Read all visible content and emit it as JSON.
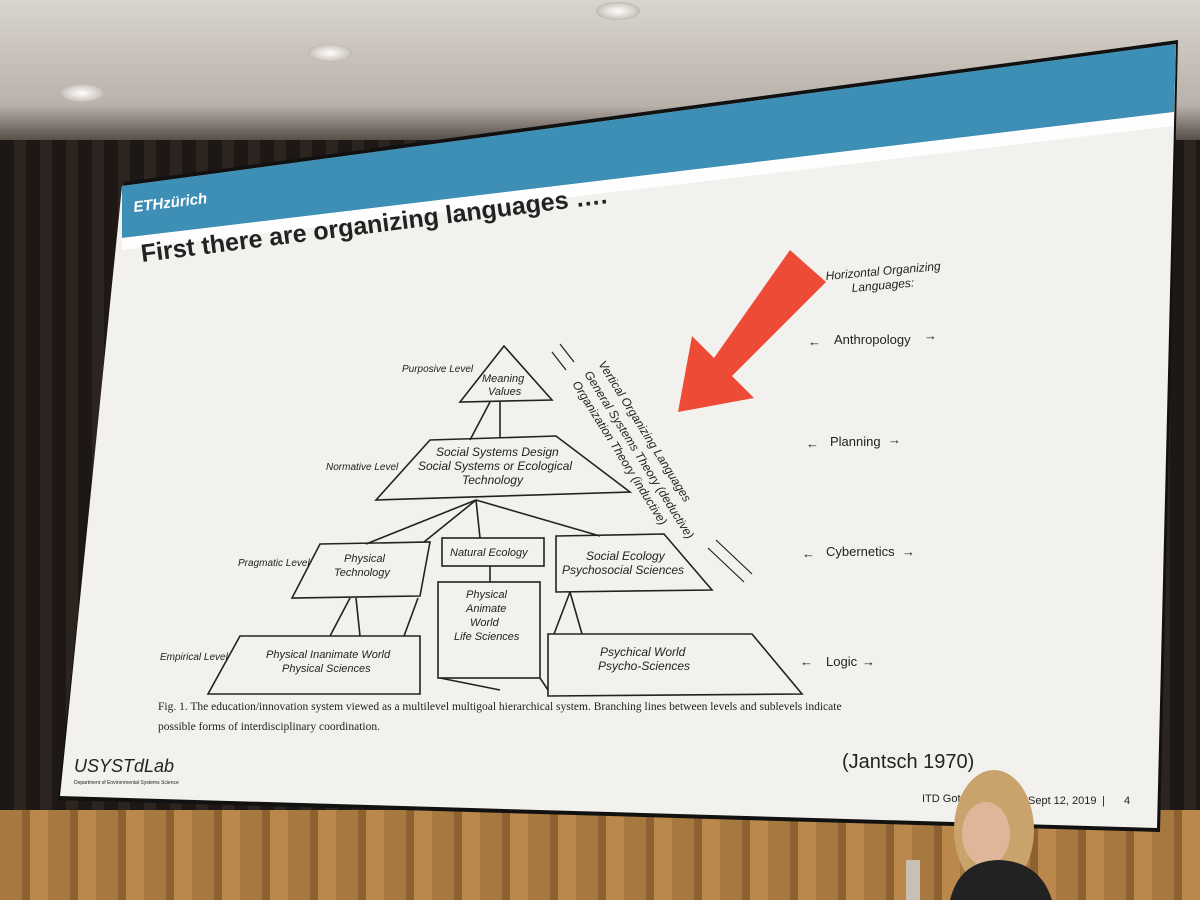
{
  "slide": {
    "brand": "ETHzürich",
    "title": "First there are organizing languages ….",
    "diagram": {
      "levels": [
        "Purposive Level",
        "Normative Level",
        "Pragmatic Level",
        "Empirical Level"
      ],
      "top": [
        "Meaning",
        "Values"
      ],
      "normative": [
        "Social Systems Design",
        "Social Systems or Ecological",
        "Technology"
      ],
      "physical_technology": [
        "Physical",
        "Technology"
      ],
      "natural_ecology": "Natural Ecology",
      "social_ecology": [
        "Social Ecology",
        "Psychosocial Sciences"
      ],
      "animate": [
        "Physical",
        "Animate",
        "World",
        "Life Sciences"
      ],
      "inanimate": [
        "Physical Inanimate World",
        "Physical Sciences"
      ],
      "psychical": [
        "Psychical World",
        "Psycho-Sciences"
      ],
      "vertical": [
        "Vertical Organizing Languages",
        "General Systems Theory (deductive)",
        "Organization Theory (inductive)"
      ],
      "horizontal_title": [
        "Horizontal Organizing",
        "Languages:"
      ],
      "horizontal_items": [
        "Anthropology",
        "Planning",
        "Cybernetics",
        "Logic"
      ]
    },
    "caption_line1": "Fig. 1. The education/innovation system viewed as a multilevel multigoal hierarchical system. Branching lines between levels and sublevels indicate",
    "caption_line2": "possible forms of interdisciplinary coordination.",
    "citation": "(Jantsch 1970)",
    "footer_logo": "USYSTdLab",
    "footer_dept": "Department of Environmental Systems Science",
    "footer_event": "ITD Got",
    "footer_date": "Sept 12, 2019",
    "page_number": "4",
    "accent_color": "#3d8fb5",
    "arrow_color": "#ee4b36"
  }
}
